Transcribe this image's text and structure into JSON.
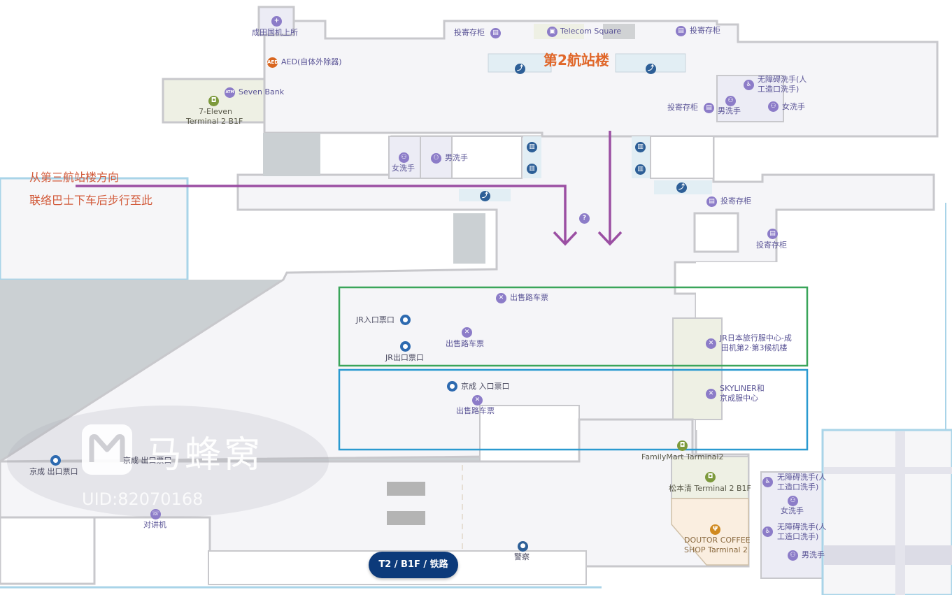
{
  "floor_badge": "T2 / B1F / 铁路",
  "terminal_title": "第2航站楼",
  "annotation": {
    "line1": "从第三航站楼方向",
    "line2": "联络巴士下车后步行至此"
  },
  "route_color": "#9b4fa3",
  "highlight_boxes": [
    {
      "name": "jr-area",
      "color": "#3aa55a"
    },
    {
      "name": "keisei-area",
      "color": "#2a9ad0"
    }
  ],
  "watermark": {
    "brand": "马蜂窝",
    "uid": "UID:82070168"
  },
  "pois": {
    "clinic": "成田国机上所",
    "aed": "AED(自体外除器)",
    "locker_1": "投寄存柜",
    "telecom": "Telecom Square",
    "locker_2": "投寄存柜",
    "seven_bank": "Seven Bank",
    "seven_eleven_1": "7-Eleven",
    "seven_eleven_2": "Terminal 2 B1F",
    "accessible_wc_1a": "无障碍洗手(人",
    "accessible_wc_1b": "工造口洗手)",
    "locker_3": "投寄存柜",
    "men_wc_1": "男洗手",
    "women_wc_1": "女洗手",
    "women_wc_2": "女洗手",
    "men_wc_2": "男洗手",
    "locker_4": "投寄存柜",
    "locker_5": "投寄存柜",
    "ticket_1": "出售路车票",
    "jr_entrance": "JR入口票口",
    "ticket_2": "出售路车票",
    "jr_exit": "JR出口票口",
    "jr_travel_1": "JR日本旅行服中心-成",
    "jr_travel_2": "田机第2·第3候机楼",
    "keisei_entrance": "京成 入口票口",
    "ticket_3": "出售路车票",
    "skyliner_1": "SKYLINER和",
    "skyliner_2": "京成服中心",
    "familymart": "FamilyMart Tarminal2",
    "matsumoto": "松本清 Terminal 2 B1F",
    "doutor_1": "DOUTOR COFFEE",
    "doutor_2": "SHOP Tarminal 2",
    "accessible_wc_2a": "无障碍洗手(人",
    "accessible_wc_2b": "工造口洗手)",
    "women_wc_3": "女洗手",
    "accessible_wc_3a": "无障碍洗手(人",
    "accessible_wc_3b": "工造口洗手)",
    "men_wc_3": "男洗手",
    "keisei_exit_1": "京成 出口票口",
    "keisei_exit_2": "京成 出口票口",
    "intercom": "对讲机",
    "police": "警察"
  },
  "icons": {
    "clinic": "+",
    "atm": "ATM",
    "shop": "◘",
    "locker": "▤",
    "wc": "♿",
    "ticket": "✕",
    "escalator": "⤴",
    "elevator": "▥",
    "info": "?",
    "food": "Ψ",
    "police": "●"
  }
}
